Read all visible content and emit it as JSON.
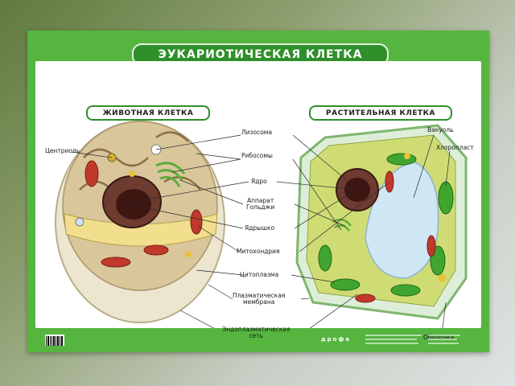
{
  "poster": {
    "title": "ЭУКАРИОТИЧЕСКАЯ КЛЕТКА",
    "animal_subtitle": "ЖИВОТНАЯ КЛЕТКА",
    "plant_subtitle": "РАСТИТЕЛЬНАЯ КЛЕТКА",
    "publisher": "дрофа"
  },
  "labels": {
    "centriole": "Центриоль",
    "lysosome": "Лизосома",
    "ribosomes": "Рибосомы",
    "nucleus": "Ядро",
    "golgi_line1": "Аппарат",
    "golgi_line2": "Гольджи",
    "nucleolus": "Ядрышко",
    "mitochondria": "Митохондрия",
    "cytoplasm": "Цитоплазма",
    "membrane_line1": "Плазматическая",
    "membrane_line2": "мембрана",
    "er_line1": "Эндоплазматическая",
    "er_line2": "сеть",
    "vacuole": "Вакуоль",
    "chloroplast": "Хлоропласт",
    "cell_wall": "Оболочка"
  },
  "colors": {
    "poster_green": "#55b53f",
    "title_green": "#2f8f2a",
    "chloroplast_green": "#3fa52f",
    "vacuole_blue": "#cfe6f5",
    "nucleus_dark": "#4a1f1a",
    "mitochondria_red": "#c0392b"
  }
}
